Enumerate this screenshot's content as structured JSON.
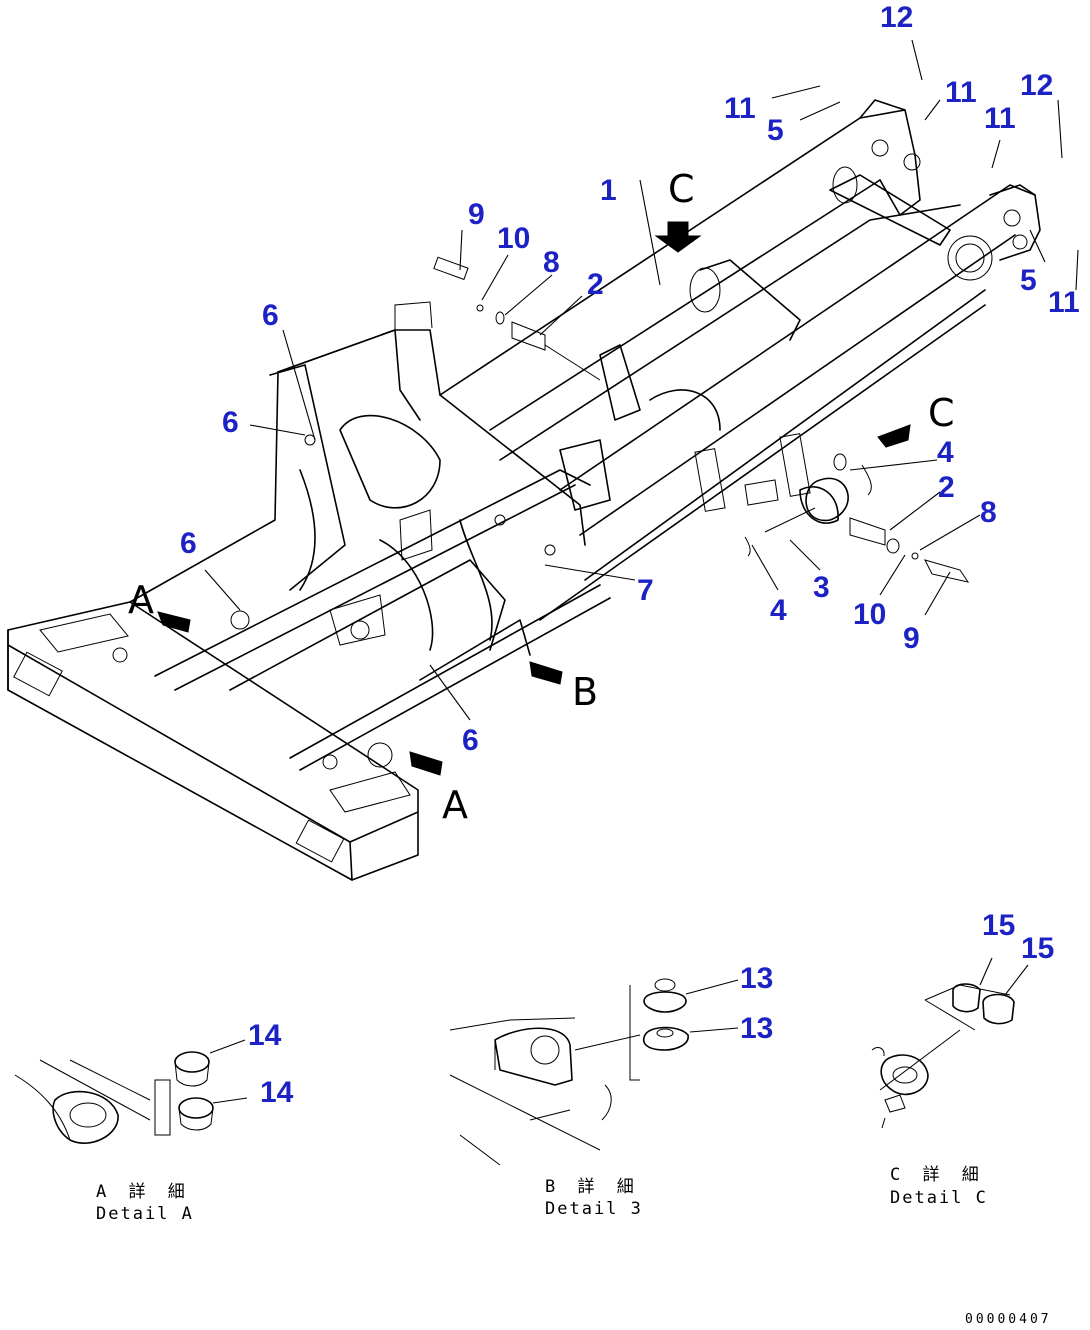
{
  "callouts": [
    {
      "id": "c12a",
      "text": "12"
    },
    {
      "id": "c11a",
      "text": "11"
    },
    {
      "id": "c5a",
      "text": "5"
    },
    {
      "id": "c11b",
      "text": "11"
    },
    {
      "id": "c12b",
      "text": "12"
    },
    {
      "id": "c11c",
      "text": "11"
    },
    {
      "id": "c1",
      "text": "1"
    },
    {
      "id": "c9a",
      "text": "9"
    },
    {
      "id": "c10a",
      "text": "10"
    },
    {
      "id": "c8a",
      "text": "8"
    },
    {
      "id": "c2a",
      "text": "2"
    },
    {
      "id": "c5b",
      "text": "5"
    },
    {
      "id": "c11d",
      "text": "11"
    },
    {
      "id": "c6a",
      "text": "6"
    },
    {
      "id": "c6b",
      "text": "6"
    },
    {
      "id": "c4a",
      "text": "4"
    },
    {
      "id": "c2b",
      "text": "2"
    },
    {
      "id": "c8b",
      "text": "8"
    },
    {
      "id": "c6c",
      "text": "6"
    },
    {
      "id": "c7",
      "text": "7"
    },
    {
      "id": "c3",
      "text": "3"
    },
    {
      "id": "c4b",
      "text": "4"
    },
    {
      "id": "c10b",
      "text": "10"
    },
    {
      "id": "c9b",
      "text": "9"
    },
    {
      "id": "c6d",
      "text": "6"
    },
    {
      "id": "c13a",
      "text": "13"
    },
    {
      "id": "c13b",
      "text": "13"
    },
    {
      "id": "c14a",
      "text": "14"
    },
    {
      "id": "c14b",
      "text": "14"
    },
    {
      "id": "c15a",
      "text": "15"
    },
    {
      "id": "c15b",
      "text": "15"
    }
  ],
  "views": {
    "c_top": "C",
    "c_right": "C",
    "a_left": "A",
    "a_bottom": "A",
    "b": "B"
  },
  "details": {
    "a_jp": "A 詳 細",
    "a_en": "Detail A",
    "b_jp": "B 詳 細",
    "b_en": "Detail 3",
    "c_jp": "C 詳 細",
    "c_en": "Detail C"
  },
  "doc_number": "00000407",
  "colors": {
    "callout": "#1d22c4",
    "line": "#000000"
  }
}
